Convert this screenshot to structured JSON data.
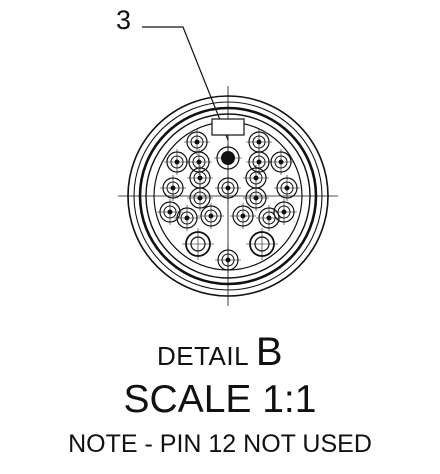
{
  "callout": {
    "number": "3"
  },
  "detail": {
    "prefix": "DETAIL",
    "letter": "B"
  },
  "scale": {
    "text": "SCALE 1:1"
  },
  "note": {
    "text": "NOTE - PIN 12 NOT USED"
  },
  "colors": {
    "ink": "#111111",
    "background": "#ffffff"
  },
  "connector": {
    "pins": [
      {
        "kind": "key-marker"
      },
      {
        "kind": "solid"
      },
      {
        "kind": "socket"
      },
      {
        "kind": "socket"
      },
      {
        "kind": "socket"
      },
      {
        "kind": "socket"
      },
      {
        "kind": "socket"
      },
      {
        "kind": "socket"
      },
      {
        "kind": "socket"
      },
      {
        "kind": "socket"
      },
      {
        "kind": "socket"
      },
      {
        "kind": "socket"
      },
      {
        "kind": "socket"
      },
      {
        "kind": "socket"
      },
      {
        "kind": "socket"
      },
      {
        "kind": "socket"
      },
      {
        "kind": "socket"
      },
      {
        "kind": "socket"
      },
      {
        "kind": "socket"
      },
      {
        "kind": "socket"
      },
      {
        "kind": "socket"
      },
      {
        "kind": "large"
      },
      {
        "kind": "large"
      }
    ]
  }
}
